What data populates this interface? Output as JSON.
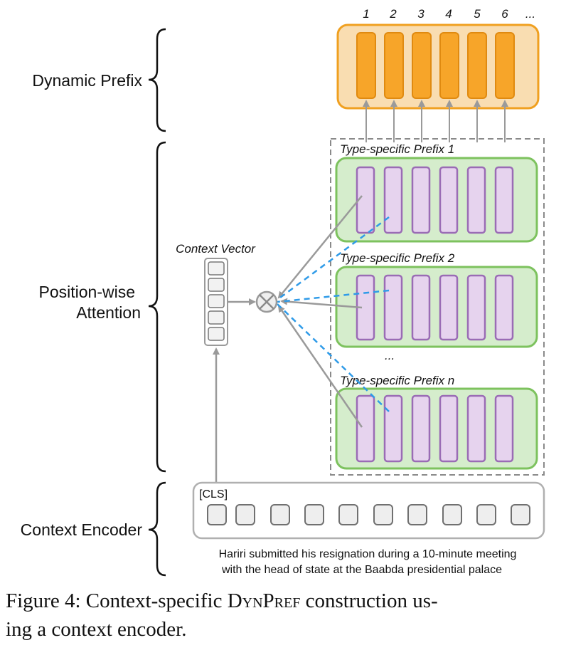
{
  "labels": {
    "dynamic_prefix": "Dynamic Prefix",
    "position_wise_line1": "Position-wise",
    "position_wise_line2": "Attention",
    "context_encoder": "Context Encoder",
    "context_vector": "Context Vector",
    "cls": "[CLS]",
    "ellipsis_between_prefixes": "..."
  },
  "positions": [
    "1",
    "2",
    "3",
    "4",
    "5",
    "6",
    "..."
  ],
  "prefixes": [
    {
      "title": "Type-specific Prefix 1"
    },
    {
      "title": "Type-specific Prefix 2"
    },
    {
      "title": "Type-specific Prefix n"
    }
  ],
  "sentence": {
    "line1": "Hariri submitted his resignation during a 10-minute meeting",
    "line2": "with the head of state at the Baabda presidential palace"
  },
  "caption": {
    "figure_label": "Figure 4:",
    "text_before": "Context-specific",
    "name": "DynPref",
    "text_after": "construction us-",
    "line2": "ing a context encoder."
  },
  "colors": {
    "orange_fill": "#f9ddb1",
    "orange_border": "#f0a020",
    "orange_bar": "#f7a529",
    "green_fill": "#d5edcc",
    "green_border": "#7dc25e",
    "purple_bar": "#e6d3ee",
    "purple_border": "#9a6cb5",
    "gray": "#9a9a9a",
    "blue_dash": "#2f9be8"
  },
  "icons": {
    "combine": "circled-times-icon"
  }
}
